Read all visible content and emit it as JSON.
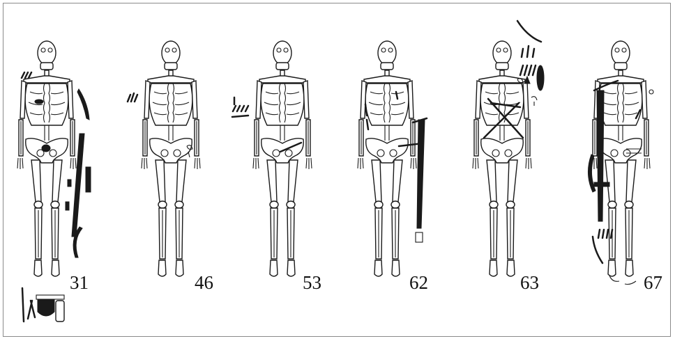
{
  "figure": {
    "burials": [
      {
        "id": "31",
        "label": "31"
      },
      {
        "id": "46",
        "label": "46"
      },
      {
        "id": "53",
        "label": "53"
      },
      {
        "id": "62",
        "label": "62"
      },
      {
        "id": "63",
        "label": "63"
      },
      {
        "id": "67",
        "label": "67"
      }
    ],
    "colors": {
      "ink": "#1a1a1a",
      "frame": "#8a8a8a",
      "background": "#ffffff"
    }
  }
}
